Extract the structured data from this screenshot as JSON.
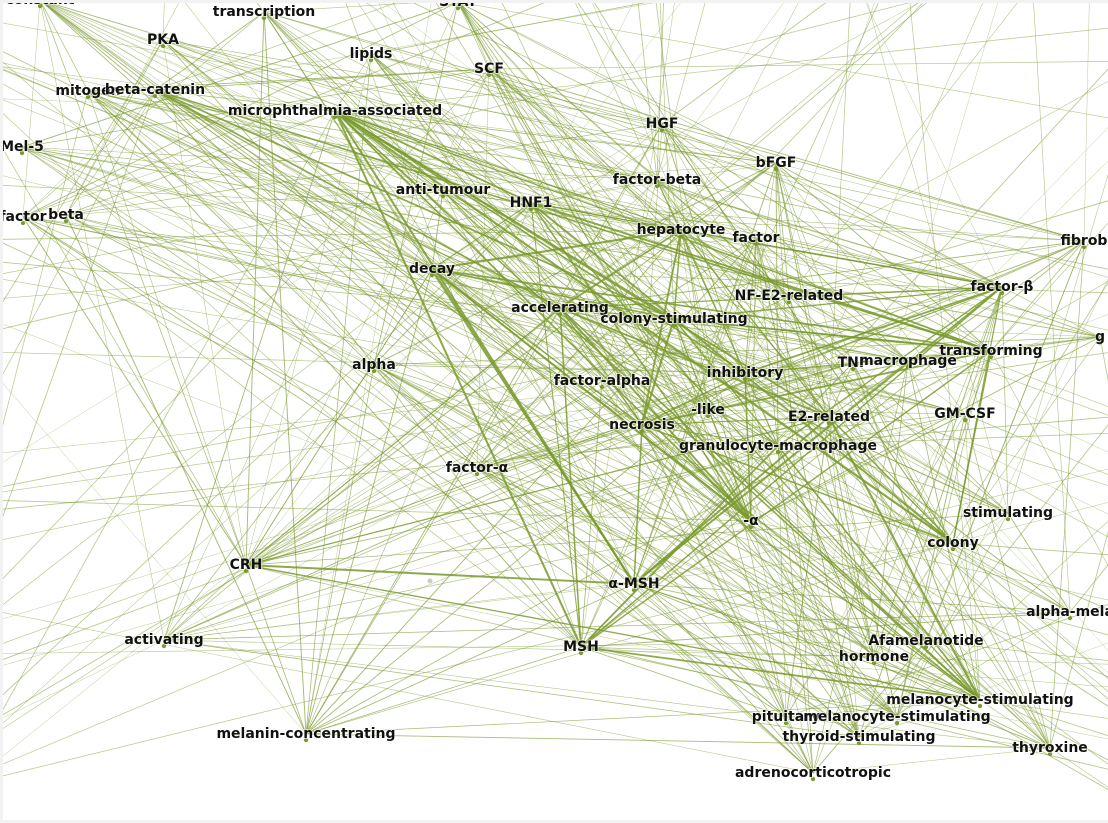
{
  "colors": {
    "edge": "#7a9a2e",
    "label": "#111111",
    "background": "#ffffff",
    "frame": "#f2f2f2"
  },
  "nodes": [
    {
      "id": "constant",
      "label": "constant"
    },
    {
      "id": "transcription",
      "label": "transcription"
    },
    {
      "id": "stat",
      "label": "STAT"
    },
    {
      "id": "pka",
      "label": "PKA"
    },
    {
      "id": "lipids",
      "label": "lipids"
    },
    {
      "id": "scf",
      "label": "SCF"
    },
    {
      "id": "mitogen",
      "label": "mitogen"
    },
    {
      "id": "beta-catenin",
      "label": "beta-catenin"
    },
    {
      "id": "microphthalmia",
      "label": "microphthalmia-associated"
    },
    {
      "id": "hgf",
      "label": "HGF"
    },
    {
      "id": "mel5",
      "label": "Mel-5"
    },
    {
      "id": "bfgf",
      "label": "bFGF"
    },
    {
      "id": "factor-beta",
      "label": "factor-beta"
    },
    {
      "id": "anti-tumour",
      "label": "anti-tumour"
    },
    {
      "id": "hnf1",
      "label": "HNF1"
    },
    {
      "id": "factor-left",
      "label": "factor"
    },
    {
      "id": "beta",
      "label": "beta"
    },
    {
      "id": "hepatocyte",
      "label": "hepatocyte"
    },
    {
      "id": "factor",
      "label": "factor"
    },
    {
      "id": "fibrob",
      "label": "fibrob"
    },
    {
      "id": "decay",
      "label": "decay"
    },
    {
      "id": "factor-b",
      "label": "factor-β"
    },
    {
      "id": "nf-e2",
      "label": "NF-E2-related"
    },
    {
      "id": "accelerating",
      "label": "accelerating"
    },
    {
      "id": "colony-stimulating",
      "label": "colony-stimulating"
    },
    {
      "id": "g-edge",
      "label": "g"
    },
    {
      "id": "transforming",
      "label": "transforming"
    },
    {
      "id": "alpha",
      "label": "alpha"
    },
    {
      "id": "tnf",
      "label": "TNF"
    },
    {
      "id": "macrophage",
      "label": "macrophage"
    },
    {
      "id": "inhibitory",
      "label": "inhibitory"
    },
    {
      "id": "factor-alpha",
      "label": "factor-alpha"
    },
    {
      "id": "like",
      "label": "-like"
    },
    {
      "id": "gm-csf",
      "label": "GM-CSF"
    },
    {
      "id": "e2-related",
      "label": "E2-related"
    },
    {
      "id": "necrosis",
      "label": "necrosis"
    },
    {
      "id": "granulocyte-macrophage",
      "label": "granulocyte-macrophage"
    },
    {
      "id": "factor-a",
      "label": "factor-α"
    },
    {
      "id": "stimulating",
      "label": "stimulating"
    },
    {
      "id": "minus-a",
      "label": "-α"
    },
    {
      "id": "colony",
      "label": "colony"
    },
    {
      "id": "crh",
      "label": "CRH"
    },
    {
      "id": "a-msh",
      "label": "α-MSH"
    },
    {
      "id": "alpha-mela",
      "label": "alpha-mela"
    },
    {
      "id": "activating",
      "label": "activating"
    },
    {
      "id": "afamelanotide",
      "label": "Afamelanotide"
    },
    {
      "id": "msh",
      "label": "MSH"
    },
    {
      "id": "hormone",
      "label": "hormone"
    },
    {
      "id": "melanocyte-stimulating",
      "label": "melanocyte-stimulating"
    },
    {
      "id": "pituitary",
      "label": "pituitary"
    },
    {
      "id": "melanocyte-stimulating-2",
      "label": "melanocyte-stimulating"
    },
    {
      "id": "melanin-concentrating",
      "label": "melanin-concentrating"
    },
    {
      "id": "thyroid-stimulating",
      "label": "thyroid-stimulating"
    },
    {
      "id": "thyroxine",
      "label": "thyroxine"
    },
    {
      "id": "adrenocorticotropic",
      "label": "adrenocorticotropic"
    }
  ]
}
